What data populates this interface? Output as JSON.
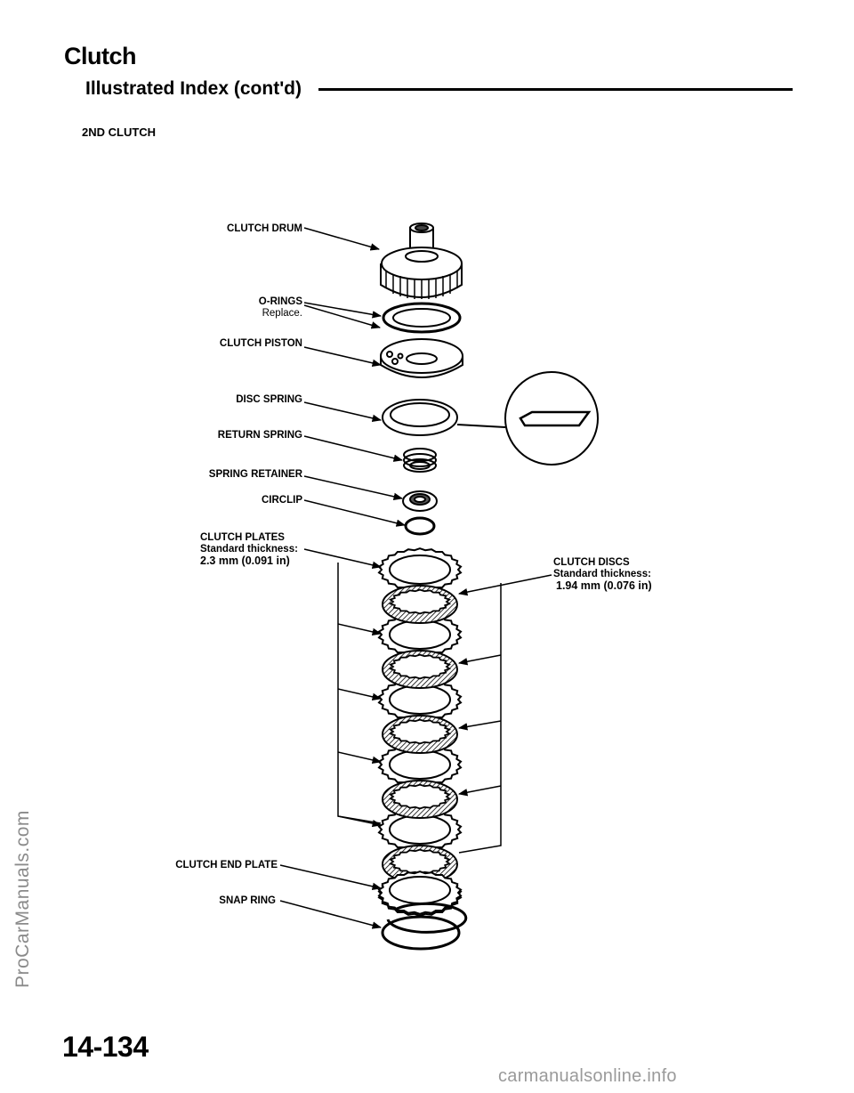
{
  "header": {
    "title": "Clutch",
    "subtitle": "Illustrated Index (cont'd)"
  },
  "section_label": "2ND CLUTCH",
  "labels": {
    "clutch_drum": "CLUTCH DRUM",
    "o_rings": "O-RINGS",
    "o_rings_note": "Replace.",
    "clutch_piston": "CLUTCH PISTON",
    "disc_spring": "DISC SPRING",
    "return_spring": "RETURN SPRING",
    "spring_retainer": "SPRING RETAINER",
    "circlip": "CIRCLIP",
    "clutch_plates": "CLUTCH PLATES",
    "clutch_plates_spec": "Standard thickness:",
    "clutch_plates_value": "2.3 mm (0.091 in)",
    "clutch_discs": "CLUTCH DISCS",
    "clutch_discs_spec": "Standard thickness:",
    "clutch_discs_value": "1.94 mm (0.076 in)",
    "clutch_end_plate": "CLUTCH END PLATE",
    "snap_ring": "SNAP RING"
  },
  "page_number": "14-134",
  "watermark_side": "ProCarManuals.com",
  "watermark_footer": "carmanualsonline.info"
}
